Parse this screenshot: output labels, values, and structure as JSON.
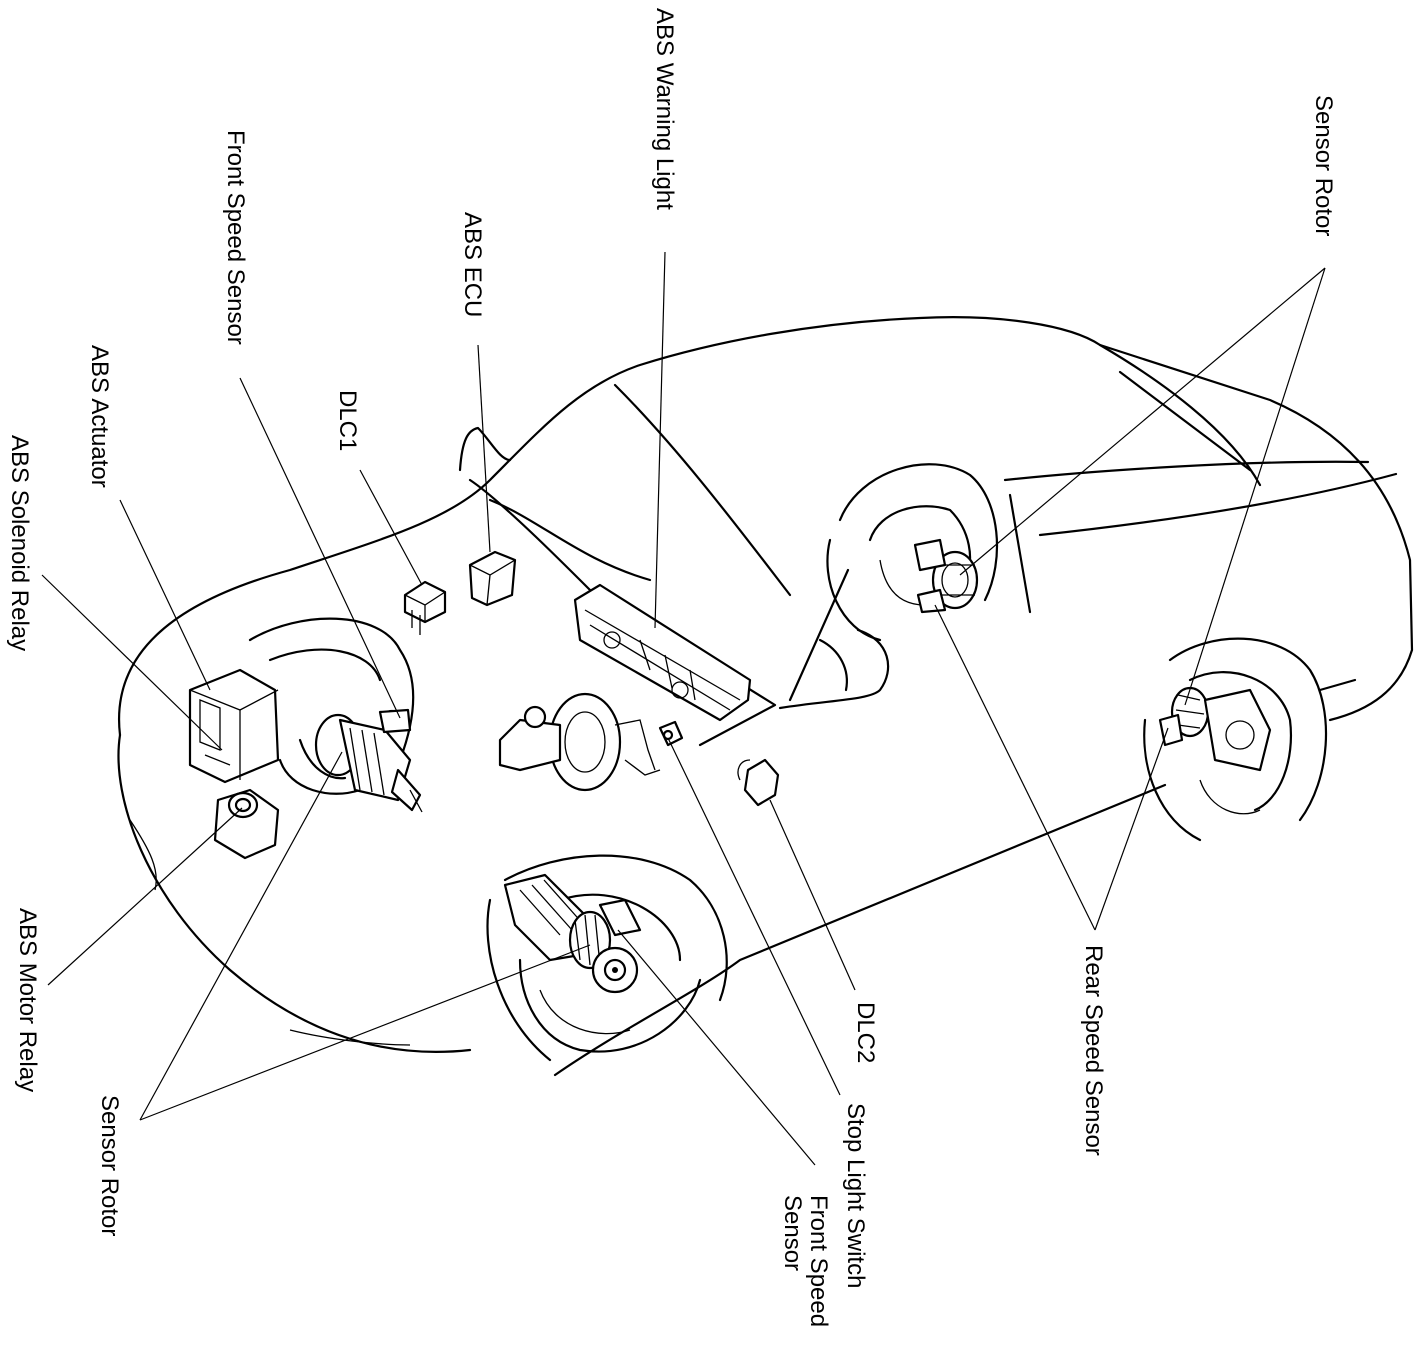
{
  "labels": {
    "abs_solenoid_relay": "ABS Solenoid Relay",
    "abs_actuator": "ABS Actuator",
    "front_speed_sensor_top": "Front Speed Sensor",
    "dlc1": "DLC1",
    "abs_ecu": "ABS ECU",
    "abs_warning_light": "ABS Warning Light",
    "sensor_rotor_top": "Sensor Rotor",
    "abs_motor_relay": "ABS Motor Relay",
    "sensor_rotor_bottom": "Sensor Rotor",
    "front_speed_sensor_bottom_line1": "Front Speed",
    "front_speed_sensor_bottom_line2": "Sensor",
    "stop_light_switch": "Stop Light Switch",
    "dlc2": "DLC2",
    "rear_speed_sensor": "Rear Speed Sensor"
  }
}
